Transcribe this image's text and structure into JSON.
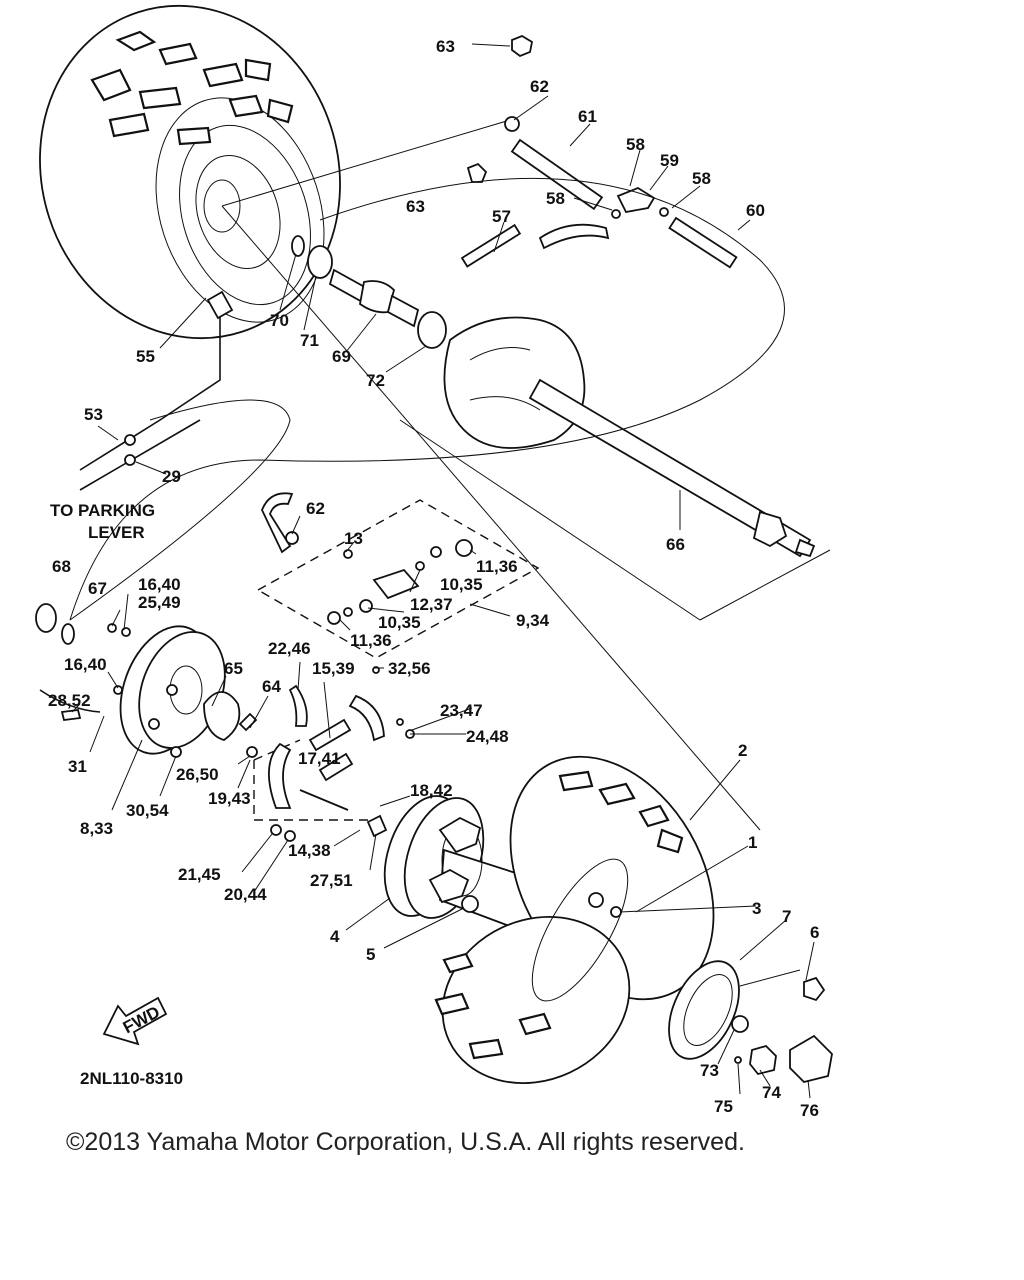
{
  "diagram": {
    "part_labels": [
      "63",
      "62",
      "61",
      "58",
      "59",
      "58",
      "60",
      "63",
      "58",
      "57",
      "70",
      "71",
      "69",
      "72",
      "55",
      "53",
      "29",
      "62",
      "13",
      "11,36",
      "10,35",
      "12,37",
      "10,35",
      "11,36",
      "9,34",
      "68",
      "67",
      "16,40",
      "25,49",
      "16,40",
      "28,52",
      "31",
      "8,33",
      "30,54",
      "26,50",
      "19,43",
      "65",
      "64",
      "22,46",
      "15,39",
      "32,56",
      "23,47",
      "24,48",
      "17,41",
      "18,42",
      "14,38",
      "21,45",
      "20,44",
      "27,51",
      "4",
      "5",
      "2",
      "1",
      "3",
      "7",
      "6",
      "73",
      "74",
      "75",
      "76",
      "66"
    ],
    "callout": "TO PARKING\nLEVER",
    "callout_lines": [
      "TO PARKING",
      "LEVER"
    ],
    "fwd_label": "FWD",
    "drawing_number": "2NL110-8310"
  },
  "copyright": "©2013 Yamaha Motor Corporation, U.S.A. All rights reserved."
}
